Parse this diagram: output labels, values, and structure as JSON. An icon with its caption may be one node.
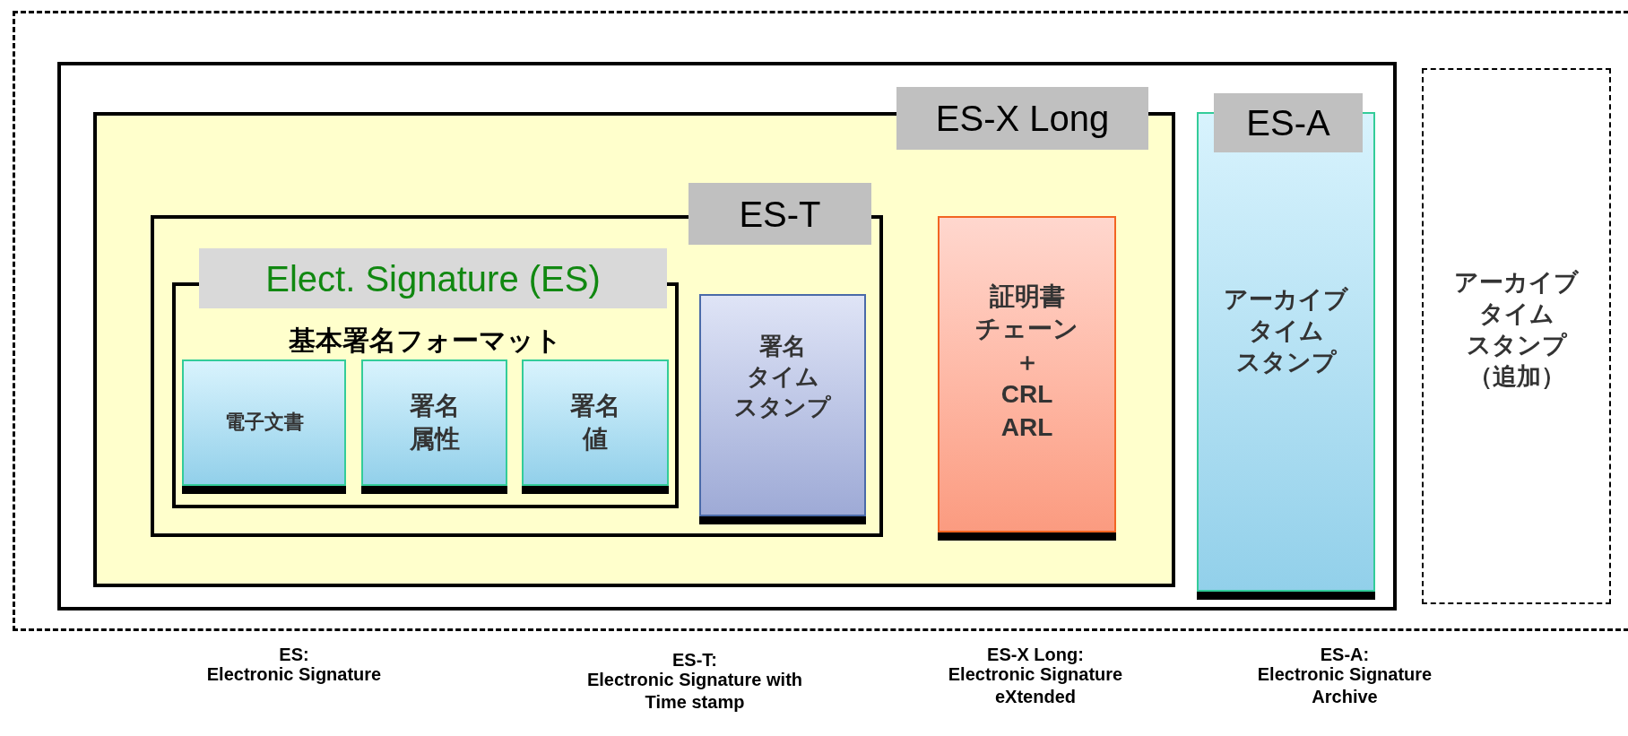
{
  "diagram": {
    "nodes": [
      {
        "text": [],
        "shape": "box"
      },
      {
        "text": [],
        "shape": "box",
        "in": 0
      },
      {
        "text": [
          "ES-X Long"
        ],
        "in": 1
      },
      {
        "text": [
          "ES-T"
        ],
        "in": 2
      },
      {
        "text": [
          "Elect. Signature (ES)",
          "基本署名フォーマット"
        ],
        "in": 3
      },
      {
        "text": [
          "電子文書"
        ],
        "in": 4
      },
      {
        "text": [
          "署名",
          "属性"
        ],
        "in": 4
      },
      {
        "text": [
          "署名",
          "値"
        ],
        "in": 4
      },
      {
        "text": [
          "署名",
          "タイム",
          "スタンプ"
        ],
        "in": 3
      },
      {
        "text": [
          "証明書",
          "チェーン",
          "＋",
          "CRL",
          "ARL"
        ],
        "in": 2
      },
      {
        "text": [
          "ES-A",
          "アーカイブ",
          "タイム",
          "スタンプ"
        ],
        "in": 1
      },
      {
        "text": [
          "アーカイブ",
          "タイム",
          "スタンプ",
          "（追加）"
        ],
        "in": 0
      }
    ],
    "edges": [],
    "labels": [
      "ES:",
      "Electronic Signature",
      "ES-T:",
      "Electronic Signature with Time stamp",
      "ES-X Long:",
      "Electronic Signature eXtended",
      "ES-A:",
      "Electronic Signature Archive"
    ]
  }
}
